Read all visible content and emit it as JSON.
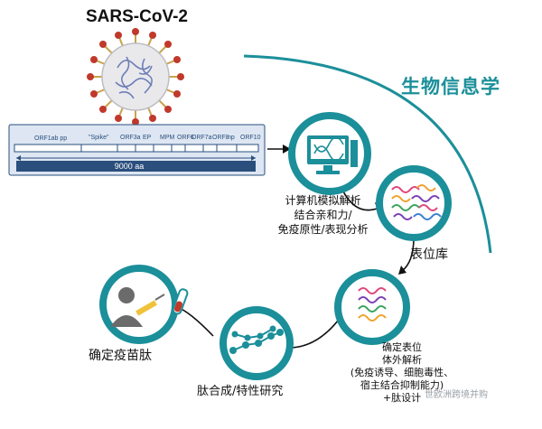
{
  "title": "SARS-CoV-2",
  "section_label": "生物信息学",
  "genome": {
    "segments": [
      "ORF1ab pp",
      "\"Spike\"",
      "ORF3a",
      "EP",
      "MPM",
      "ORF6",
      "ORF7a",
      "ORF8",
      "np",
      "ORF10"
    ],
    "length_label": "9000 aa"
  },
  "steps": {
    "computer_analysis": [
      "计算机模拟解析",
      "结合亲和力/",
      "免疫原性/表现分析"
    ],
    "epitope_library": "表位库",
    "confirm_epitope": [
      "确定表位",
      "体外解析",
      "(免疫诱导、细胞毒性、",
      "宿主结合抑制能力)",
      "+肽设计"
    ],
    "peptide_synthesis": "肽合成/特性研究",
    "vaccine_peptide": "确定疫苗肽"
  },
  "watermark": "世欧洲跨境并购",
  "colors": {
    "teal": "#1b8f9a",
    "genome_blue": "#2a4f7d",
    "genome_fill": "#dde6f2"
  }
}
